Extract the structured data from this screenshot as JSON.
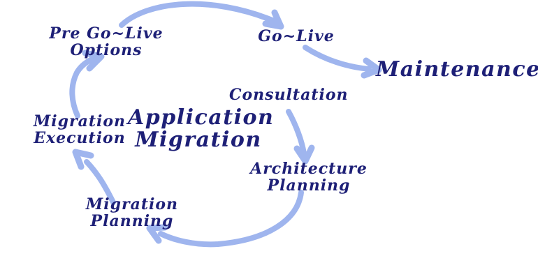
{
  "diagram": {
    "title": {
      "line1": "Application",
      "line2": "Migration"
    },
    "nodes": {
      "pre_go_live": {
        "line1": "Pre Go~Live",
        "line2": "Options"
      },
      "go_live": {
        "label": "Go~Live"
      },
      "maintenance": {
        "label": "Maintenance"
      },
      "consultation": {
        "label": "Consultation"
      },
      "architecture_planning": {
        "line1": "Architecture",
        "line2": "Planning"
      },
      "migration_planning": {
        "line1": "Migration",
        "line2": "Planning"
      },
      "migration_execution": {
        "line1": "Migration",
        "line2": "Execution"
      }
    },
    "colors": {
      "text": "#1e2077",
      "arrow": "#9fb5ee",
      "background": "#ffffff"
    }
  }
}
